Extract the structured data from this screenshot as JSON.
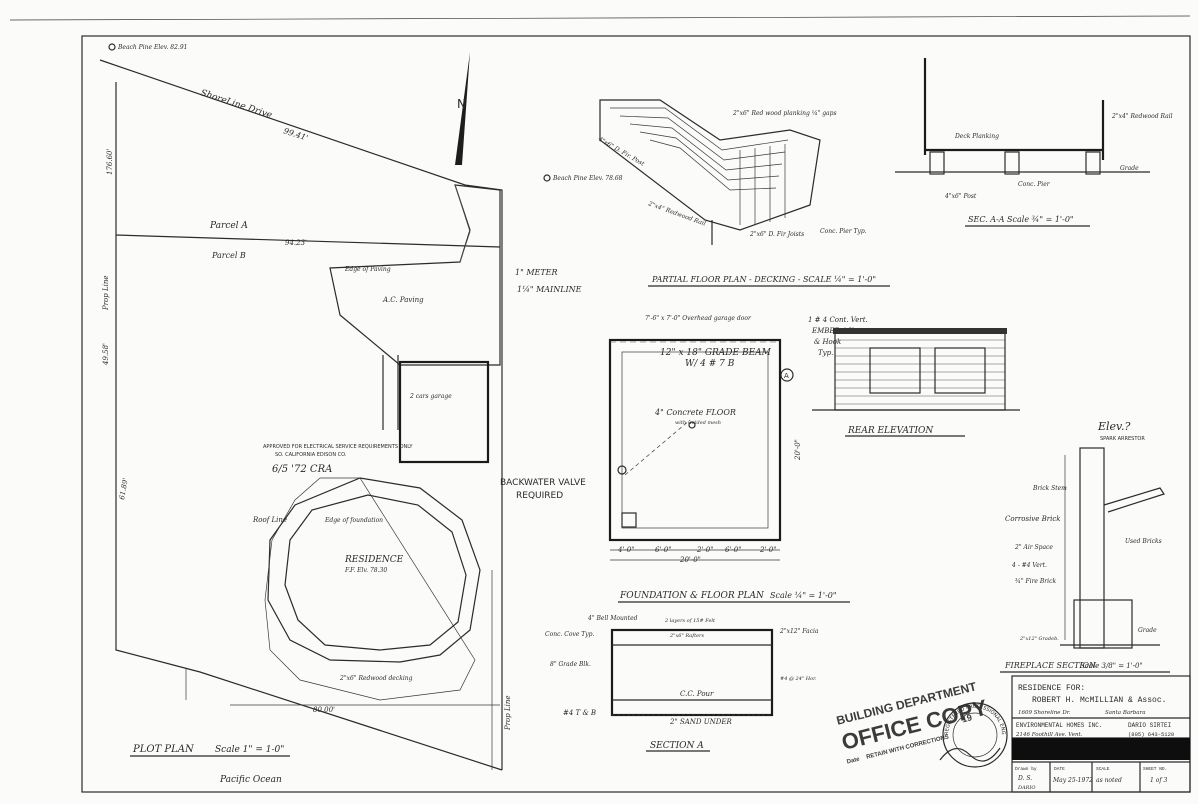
{
  "plot": {
    "road": "ShoreLine Drive",
    "top_monument": "Beach Pine Elev. 82.91",
    "mid_monument": "Beach Pine Elev. 78.68",
    "dim_top": "99.41'",
    "dim_left": "176.60'",
    "parcel_a": "Parcel A",
    "parcel_b": "Parcel B",
    "dim_ab": "94.23'",
    "prop_line": "Prop Line",
    "prop_line_right": "Prop Line",
    "dim_side": "49.58'",
    "dim_side2": "61.89'",
    "edge_paving": "Edge of Paving",
    "ac_paving": "A.C. Paving",
    "garage": "2 cars garage",
    "meter": "1\" METER",
    "meter2": "1¼\" MAINLINE",
    "approved": "APPROVED FOR ELECTRICAL SERVICE REQUIREMENTS ONLY",
    "approved2": "SO. CALIFORNIA EDISON CO.",
    "approved_date": "6/5 '72  CRA",
    "backwater": "BACKWATER VALVE",
    "backwater2": "REQUIRED",
    "roof_line": "Roof Line",
    "edge_found": "Edge of foundation",
    "residence": "RESIDENCE",
    "ff_elev": "F.F. Elv. 78.30",
    "decking": "2\"x6\" Redwood decking",
    "dim_bottom": "80.00'",
    "plan_title": "PLOT PLAN",
    "plan_scale": "Scale 1\" = 1-0\"",
    "ocean": "Pacific Ocean",
    "north": "N"
  },
  "deck": {
    "title": "PARTIAL FLOOR PLAN - DECKING - SCALE ¼\" = 1'-0\"",
    "note1": "2\"x6\" Red wood planking ¼\" gaps",
    "note2": "4\"x6\" D. Fir. Post",
    "note3": "2\"x4\" Redwood Rail",
    "note4": "2\"x6\" D. Fir Joists",
    "note5": "Conc. Pier Typ."
  },
  "seca": {
    "title": "SEC. A-A  Scale ¾\" = 1'-0\"",
    "n1": "2\"x4\" Redwood Rail",
    "n2": "Deck Planking",
    "n3": "Grade",
    "n4": "Conc. Pier",
    "n5": "4\"x6\" Post"
  },
  "found": {
    "title": "FOUNDATION & FLOOR PLAN",
    "scale": "Scale ¼\" = 1'-0\"",
    "door": "7'-6\" x 7'-0\" Overhead garage door",
    "beam": "12\" x 18\" GRADE BEAM",
    "beam2": "W/ 4 # 7 B",
    "floor": "4\" Concrete FLOOR",
    "floor2": "with welded mesh",
    "bars": "1 # 4 Cont. Vert.",
    "bars2": "EMBED 16\"",
    "bars3": "& Hook",
    "bars4": "Typ.",
    "dims": [
      "4'-0\"",
      "6'-0\"",
      "2'-0\"",
      "6'-0\"",
      "2'-0\""
    ],
    "total": "20'-0\"",
    "height": "20'-0\"",
    "marker": "A"
  },
  "rear": {
    "title": "REAR ELEVATION"
  },
  "section": {
    "title": "SECTION A",
    "n1": "4\" Bell Mounted",
    "n2": "2 layers of 15# Felt",
    "n3": "Conc. Cove Typ.",
    "n4": "8\" Grade Blk.",
    "n5": "2\"x6\" Rafters",
    "n6": "C.C. Pour",
    "n7": "2\" SAND UNDER",
    "n8": "#4 T & B",
    "n9": "2\"x12\" Facia",
    "n10": "#4 @ 24\" Hor."
  },
  "fireplace": {
    "title": "FIREPLACE SECTION",
    "scale": "Scale 3/8\" = 1'-0\"",
    "top": "Elev.?",
    "spark": "SPARK ARRESTOR",
    "n1": "Brick Stem",
    "n2": "Corrosive Brick",
    "n3": "2\" Air Space",
    "n4": "Used Bricks",
    "n5": "4 - #4 Vert.",
    "n6": "¾\" Fire Brick",
    "n7": "2\"x12\" Gradeb.",
    "n8": "Grade"
  },
  "titleblock": {
    "residence_for": "RESIDENCE FOR:",
    "owner": "ROBERT H. McMILLIAN & Assoc.",
    "address": "1609 Shoreline Dr.",
    "city": "Santa Barbara",
    "firm": "ENVIRONMENTAL HOMES INC.",
    "designer": "DARIO SIRTEI",
    "firm_addr": "2146 Foothill Ave. Vent.",
    "phone": "(805) 643-5120",
    "drawn_label": "Drawn by",
    "drawn": "D. S.",
    "drawn2": "DARIO",
    "date_label": "DATE",
    "date": "May 25-1972",
    "scale_label": "SCALE",
    "scale": "as noted",
    "sheet_label": "SHEET NO.",
    "sheet": "1 of 3"
  },
  "stamp": {
    "line1": "BUILDING DEPARTMENT",
    "line2": "OFFICE COPY",
    "line3": "RETAIN WITH CORRECTIONS",
    "line4": "Date",
    "year": "19"
  },
  "seal": {
    "text": "REGISTERED PROFESSIONAL ENGINEER"
  }
}
